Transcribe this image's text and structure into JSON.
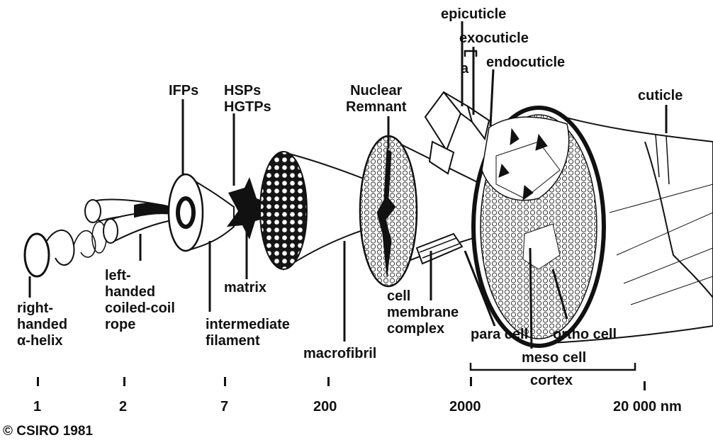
{
  "labels": {
    "epicuticle": "epicuticle",
    "exocuticle": "exocuticle",
    "a": "a",
    "endocuticle": "endocuticle",
    "ifps": "IFPs",
    "hsps": [
      "HSPs",
      "HGTPs"
    ],
    "nuclear_remnant": [
      "Nuclear",
      "Remnant"
    ],
    "cuticle": "cuticle",
    "right_handed": [
      "right-",
      "handed",
      "α-helix"
    ],
    "left_handed": [
      "left-",
      "handed",
      "coiled-coil",
      "rope"
    ],
    "matrix": "matrix",
    "intermediate_filament": [
      "intermediate",
      "filament"
    ],
    "cell_membrane_complex": [
      "cell",
      "membrane",
      "complex"
    ],
    "macrofibril": "macrofibril",
    "para_cell": "para cell",
    "ortho_cell": "ortho cell",
    "meso_cell": "meso cell",
    "cortex": "cortex"
  },
  "scale": [
    "1",
    "2",
    "7",
    "200",
    "2000",
    "20 000 nm"
  ],
  "copyright": "© CSIRO 1981",
  "colors": {
    "ink": "#111111",
    "paper": "#ffffff"
  }
}
